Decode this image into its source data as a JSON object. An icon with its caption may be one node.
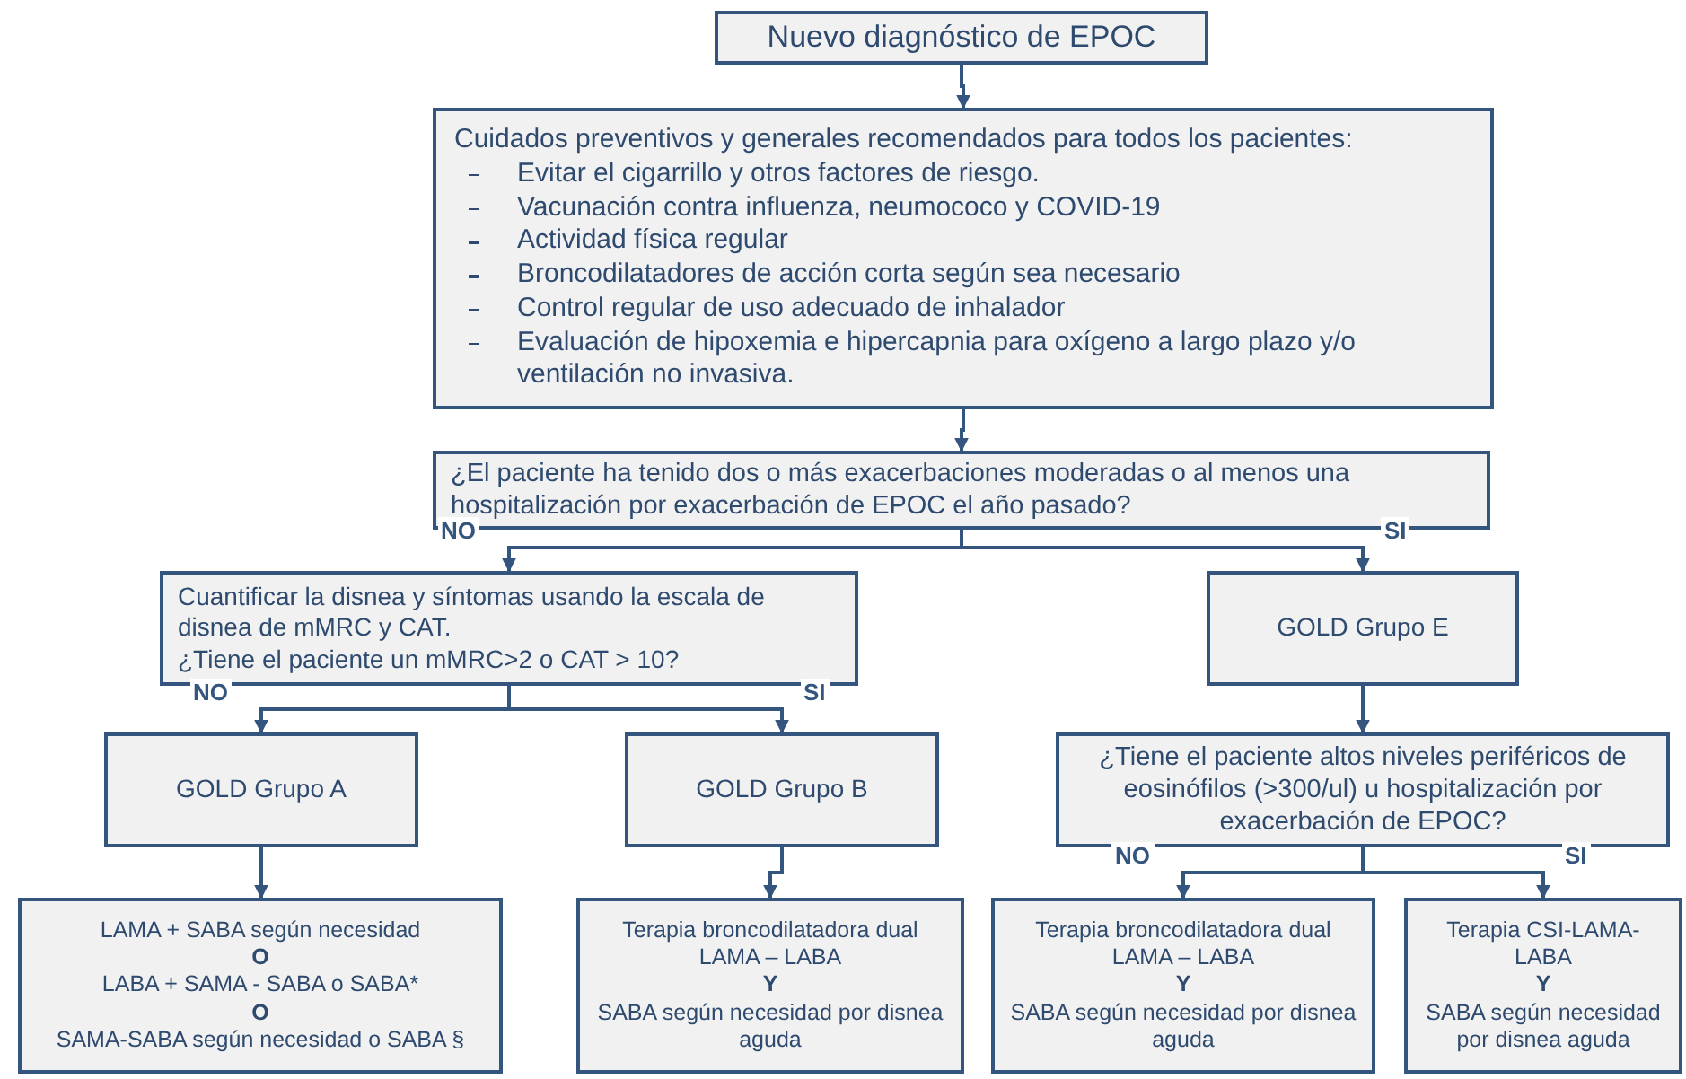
{
  "diagram": {
    "nodes": [
      {
        "text": [
          "Nuevo diagnóstico de EPOC"
        ]
      },
      {
        "text": [
          "Cuidados preventivos y generales recomendados para todos los pacientes:",
          "Evitar el cigarrillo y otros factores de riesgo.",
          "Vacunación contra influenza, neumococo y COVID-19",
          "Actividad física regular",
          "Broncodilatadores de acción corta según sea necesario",
          "Control regular de uso adecuado de inhalador",
          "Evaluación de hipoxemia e hipercapnia para oxígeno a largo plazo y/o ventilación no invasiva."
        ]
      },
      {
        "text": [
          "¿El paciente ha tenido dos o más exacerbaciones moderadas o al menos una hospitalización por exacerbación de EPOC el año pasado?"
        ]
      },
      {
        "text": [
          "Cuantificar la disnea y síntomas usando la escala de disnea de mMRC y CAT.",
          "¿Tiene el paciente un mMRC>2 o CAT > 10?"
        ]
      },
      {
        "text": [
          "GOLD Grupo E"
        ]
      },
      {
        "text": [
          "GOLD Grupo A"
        ]
      },
      {
        "text": [
          "GOLD Grupo B"
        ]
      },
      {
        "text": [
          "¿Tiene el paciente altos niveles periféricos de eosinófilos (>300/ul) u hospitalización por exacerbación de EPOC?"
        ]
      },
      {
        "text": [
          "LAMA + SABA según necesidad",
          "O",
          "LABA + SAMA - SABA o SABA*",
          "O",
          "SAMA-SABA según necesidad o SABA §"
        ]
      },
      {
        "text": [
          "Terapia broncodilatadora dual LAMA – LABA",
          "Y",
          "SABA según necesidad por disnea aguda"
        ]
      },
      {
        "text": [
          "Terapia broncodilatadora dual LAMA – LABA",
          "Y",
          "SABA según necesidad por disnea aguda"
        ]
      },
      {
        "text": [
          "Terapia CSI-LAMA-LABA",
          "Y",
          "SABA según necesidad por disnea aguda"
        ]
      }
    ],
    "edges": [
      {
        "from": 0,
        "to": 1,
        "arrow": "to"
      },
      {
        "from": 1,
        "to": 2,
        "arrow": "to"
      },
      {
        "from": 2,
        "to": 3,
        "arrow": "to",
        "label": "NO"
      },
      {
        "from": 2,
        "to": 4,
        "arrow": "to",
        "label": "SI"
      },
      {
        "from": 3,
        "to": 5,
        "arrow": "to",
        "label": "NO"
      },
      {
        "from": 3,
        "to": 6,
        "arrow": "to",
        "label": "SI"
      },
      {
        "from": 4,
        "to": 7,
        "arrow": "to"
      },
      {
        "from": 5,
        "to": 8,
        "arrow": "to"
      },
      {
        "from": 6,
        "to": 9,
        "arrow": "to"
      },
      {
        "from": 7,
        "to": 10,
        "arrow": "to",
        "label": "NO"
      },
      {
        "from": 7,
        "to": 11,
        "arrow": "to",
        "label": "SI"
      }
    ]
  }
}
